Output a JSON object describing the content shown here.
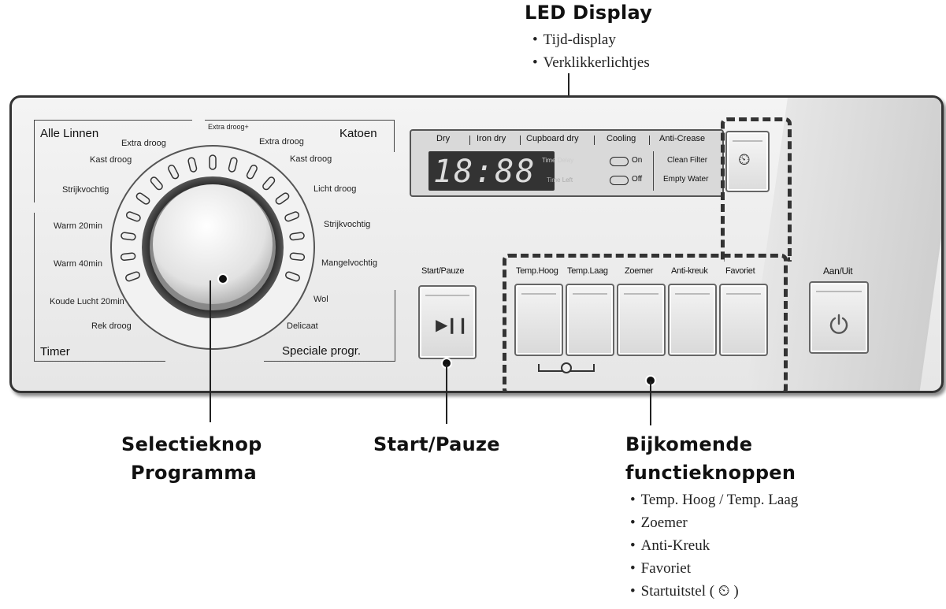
{
  "callouts": {
    "led": {
      "title": "LED Display",
      "items": [
        "Tijd-display",
        "Verklikkerlichtjes"
      ]
    },
    "selector": {
      "line1": "Selectieknop",
      "line2": "Programma"
    },
    "startpause": {
      "title": "Start/Pauze"
    },
    "extra": {
      "line1": "Bijkomende",
      "line2": "functieknoppen",
      "items": [
        "Temp. Hoog / Temp. Laag",
        "Zoemer",
        "Anti-Kreuk",
        "Favoriet",
        "Startuitstel ( ⏲ )"
      ]
    }
  },
  "dial": {
    "groups": {
      "top_left": "Alle Linnen",
      "top_right": "Katoen",
      "bottom_left": "Timer",
      "bottom_right": "Speciale progr."
    },
    "programs": {
      "extra_droog_left": "Extra droog",
      "kast_droog_left": "Kast droog",
      "strijkvochtig_left": "Strijkvochtig",
      "warm_20": "Warm 20min",
      "warm_40": "Warm 40min",
      "koude_lucht": "Koude Lucht 20min",
      "rek_droog": "Rek droog",
      "extra_droog_plus": "Extra droog+",
      "extra_droog_right": "Extra droog",
      "kast_droog_right": "Kast droog",
      "licht_droog": "Licht droog",
      "strijkvochtig_right": "Strijkvochtig",
      "mangelvochtig": "Mangelvochtig",
      "wol": "Wol",
      "delicaat": "Delicaat"
    }
  },
  "led": {
    "headers": [
      "Dry",
      "Iron dry",
      "Cupboard dry",
      "Cooling",
      "Anti-Crease"
    ],
    "digits": "18:88",
    "time_delay": "Time Delay",
    "time_left": "Time Left",
    "sound_on": "On",
    "sound_off": "Off",
    "clean_filter": "Clean Filter",
    "empty_water": "Empty Water"
  },
  "buttons": {
    "start_pause_label": "Start/Pauze",
    "start_pause_symbol": "▶❙❙",
    "temp_hoog": "Temp.Hoog",
    "temp_laag": "Temp.Laag",
    "zoemer": "Zoemer",
    "anti_kreuk": "Anti-kreuk",
    "favoriet": "Favoriet",
    "power_label": "Aan/Uit",
    "timer_symbol": "⏲"
  }
}
